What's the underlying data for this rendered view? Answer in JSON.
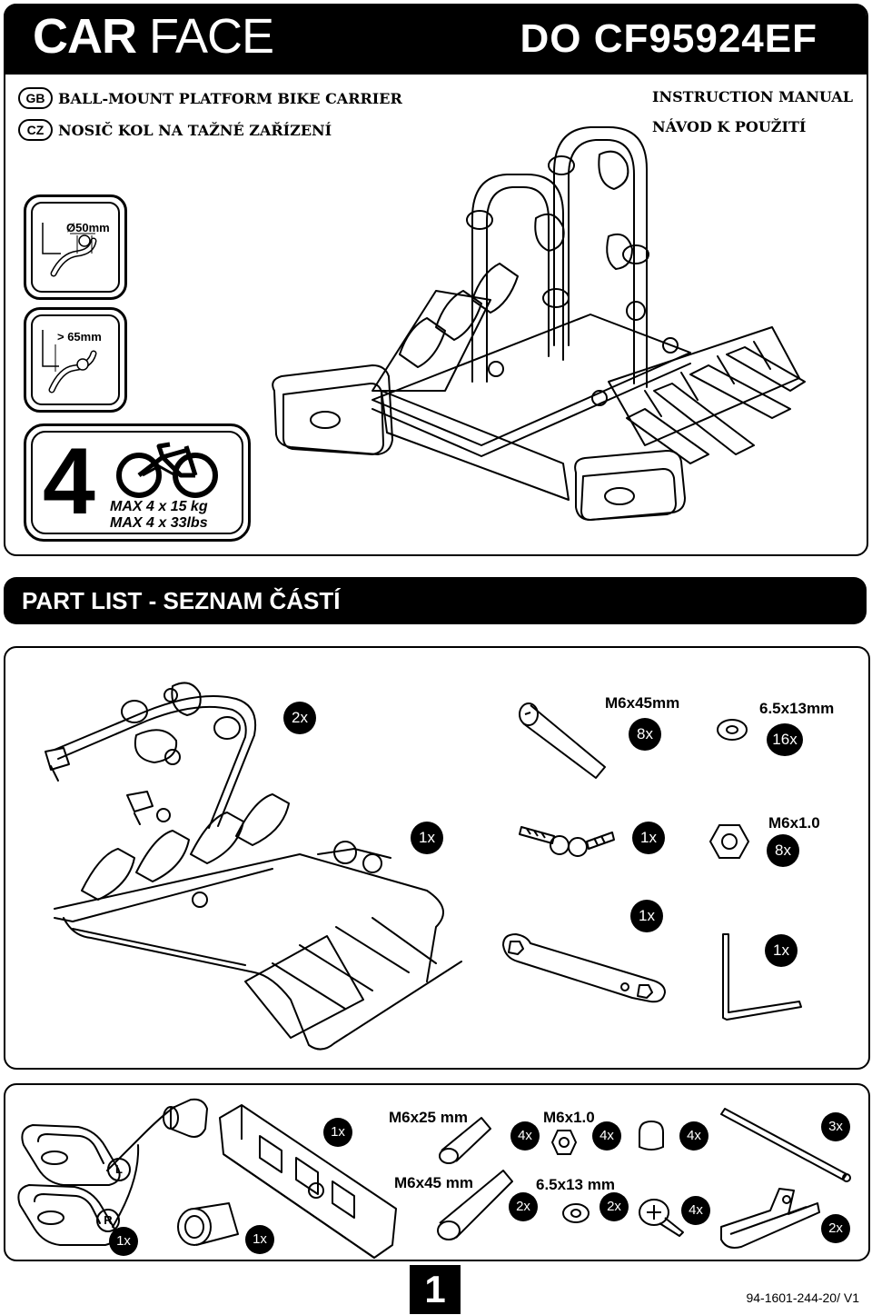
{
  "header": {
    "brand_bold": "CAR",
    "brand_light": "FACE",
    "model": "DO CF95924EF"
  },
  "languages": [
    {
      "code": "GB",
      "title": "BALL-MOUNT PLATFORM BIKE CARRIER",
      "manual": "INSTRUCTION MANUAL"
    },
    {
      "code": "CZ",
      "title": "NOSIČ KOL NA TAŽNÉ ZAŘÍZENÍ",
      "manual": "NÁVOD K POUŽITÍ"
    }
  ],
  "specs": {
    "ball_diameter": "Ø50mm",
    "clearance": "> 65mm",
    "max_bikes": "4",
    "max_kg": "MAX 4 x 15 kg",
    "max_lbs": "MAX 4 x 33lbs"
  },
  "part_list_title": "PART LIST  - SEZNAM ČÁSTÍ",
  "parts_main": [
    {
      "qty": "2x"
    },
    {
      "label": "M6x45mm",
      "qty": "8x"
    },
    {
      "label": "6.5x13mm",
      "qty": "16x"
    },
    {
      "qty": "1x"
    },
    {
      "qty": "1x"
    },
    {
      "label": "M6x1.0",
      "qty": "8x"
    },
    {
      "qty": "1x"
    },
    {
      "qty": "1x"
    }
  ],
  "parts_lights": [
    {
      "qty": "1x"
    },
    {
      "qty": "1x"
    },
    {
      "qty": "1x"
    },
    {
      "label": "M6x25 mm",
      "qty": "4x"
    },
    {
      "label": "M6x1.0",
      "qty": "4x"
    },
    {
      "qty": "4x"
    },
    {
      "qty": "3x"
    },
    {
      "label": "M6x45 mm",
      "qty": "2x"
    },
    {
      "label": "6.5x13 mm",
      "qty": "2x"
    },
    {
      "qty": "4x"
    },
    {
      "qty": "2x"
    }
  ],
  "light_markers": {
    "left": "L",
    "right": "R"
  },
  "page_number": "1",
  "doc_number": "94-1601-244-20/ V1"
}
